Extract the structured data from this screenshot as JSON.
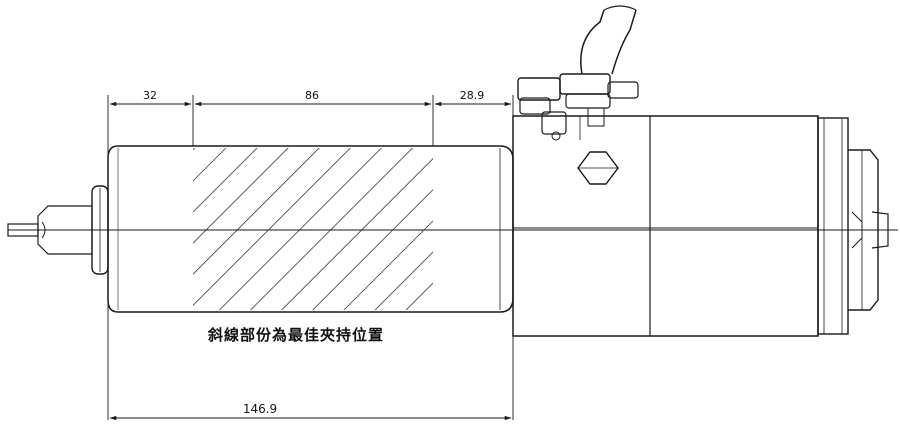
{
  "dimensions": {
    "d1": "32",
    "d2": "86",
    "d3": "28.9",
    "total": "146.9"
  },
  "note": "斜線部份為最佳夾持位置"
}
